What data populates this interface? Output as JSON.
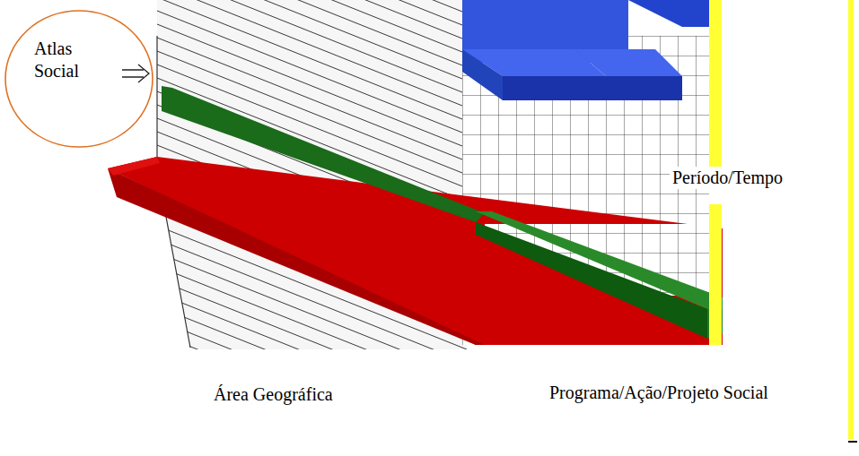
{
  "diagram": {
    "labels": [
      "Atlas Social",
      "Período/Tempo",
      "Área Geográfica",
      "Programa/Ação/Projeto Social"
    ]
  }
}
